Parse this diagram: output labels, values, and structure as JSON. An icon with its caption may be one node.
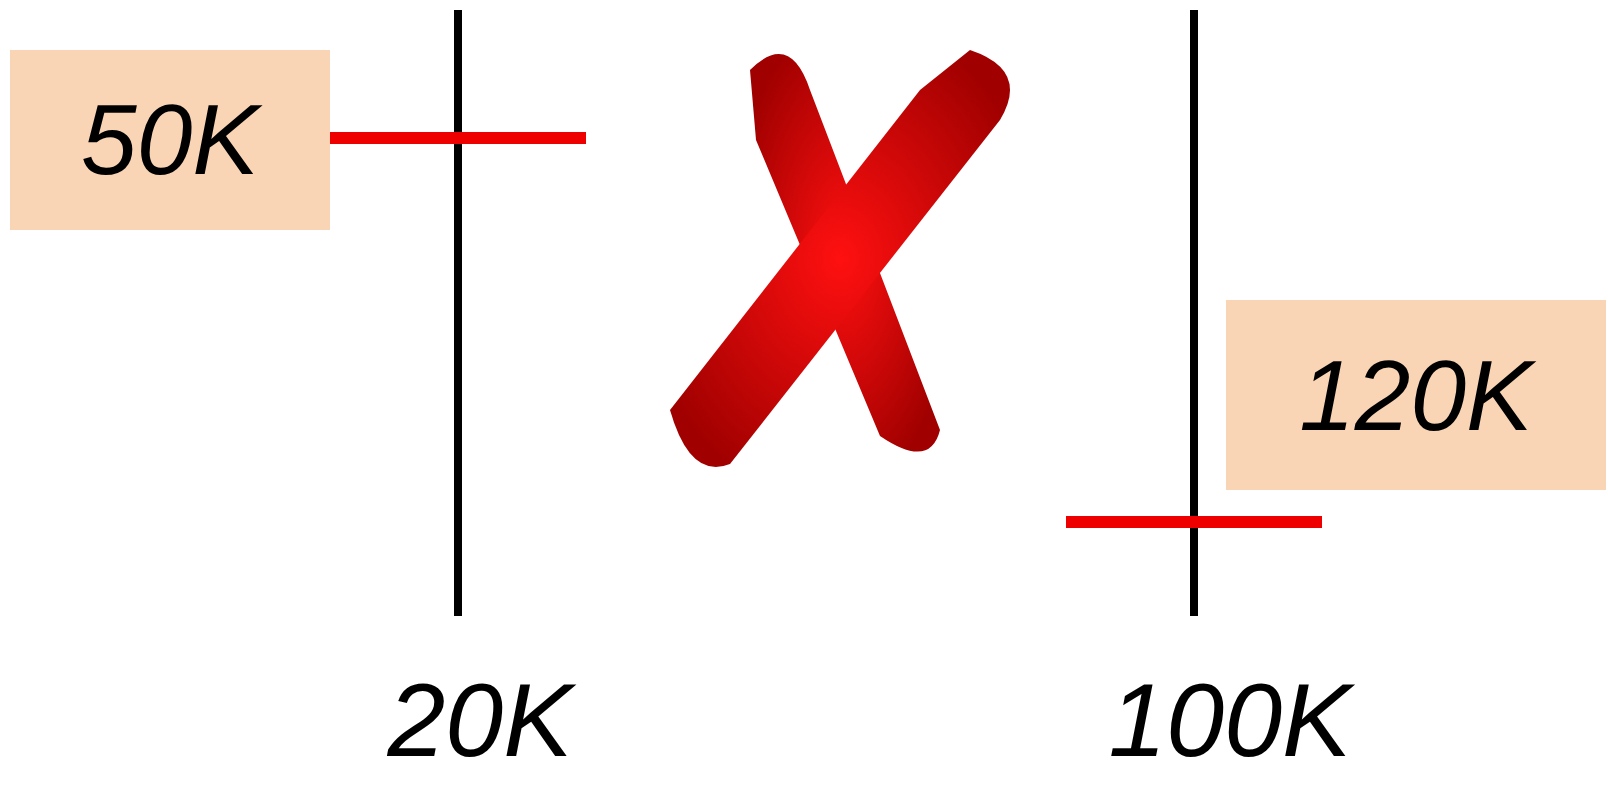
{
  "diagram": {
    "nodes": [
      {
        "text": [
          "50K"
        ]
      },
      {
        "text": [
          "120K"
        ]
      }
    ],
    "labels": [
      "20K",
      "100K"
    ]
  }
}
